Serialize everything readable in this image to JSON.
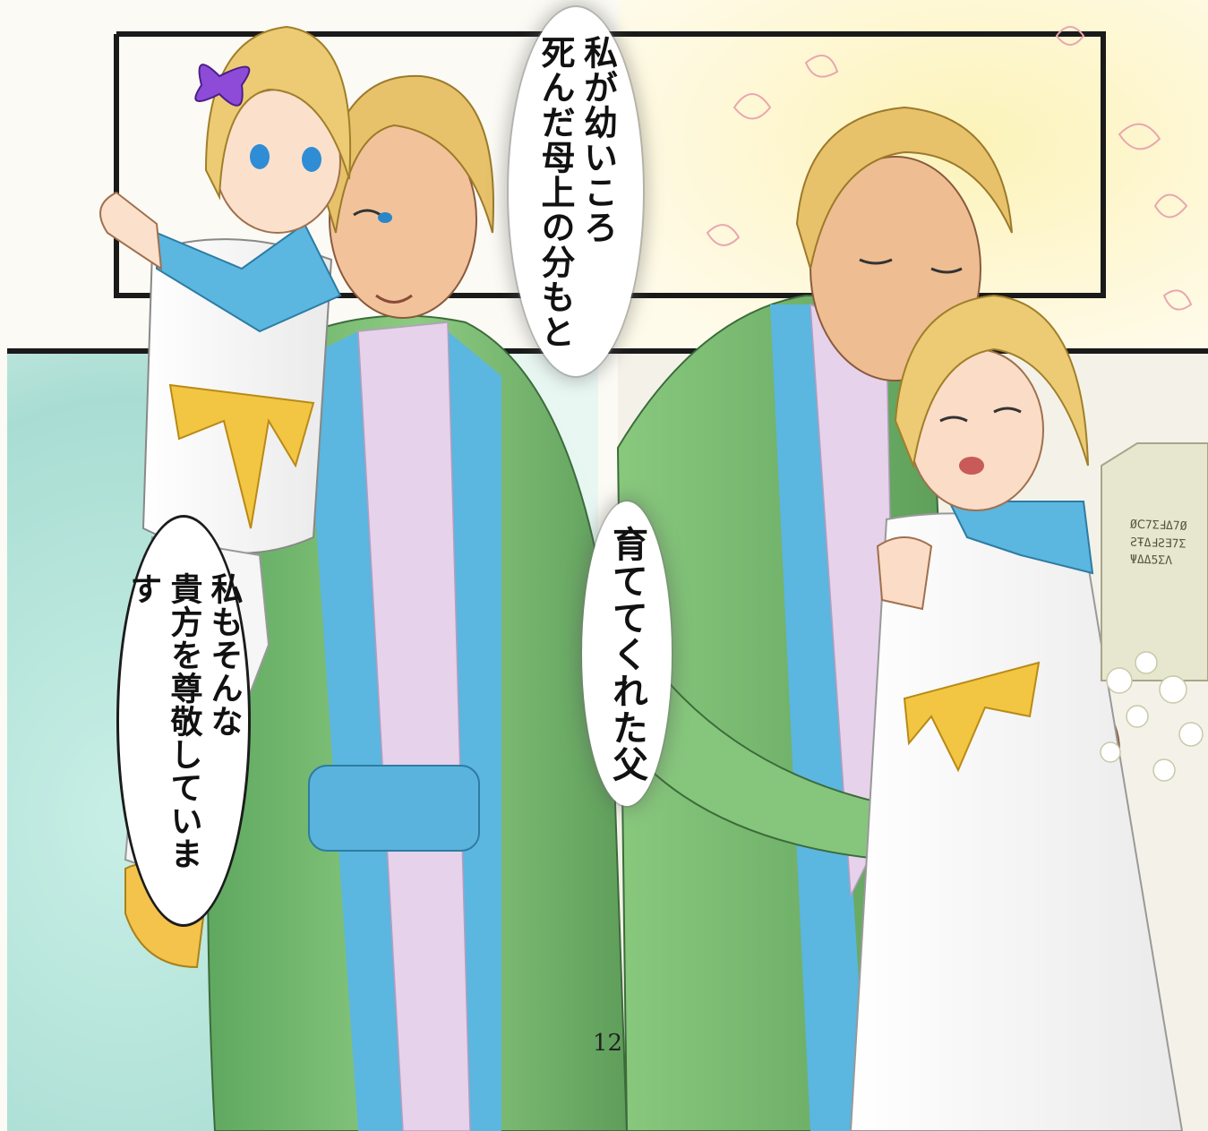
{
  "speech": {
    "top_center": [
      "私が幼いころ",
      "死んだ母上の分もと"
    ],
    "center": [
      "育ててくれた父"
    ],
    "left": [
      "私もそんな",
      "貴方を尊敬していま",
      "す"
    ]
  },
  "page_number": "12",
  "gravestone_text": [
    "ØⅭ7ΣℲΔ7Ø",
    "ƧŦΔℲƧƎ7Σ",
    "ΨΔΔ5ΣΛ"
  ],
  "colors": {
    "robe_green": "#7fc07a",
    "robe_trim_blue": "#5bb6e0",
    "inner_robe_pink": "#e6d2ea",
    "hair_blond": "#e8c26a",
    "ribbon_yellow": "#f2c542",
    "background_teal": "#b8e6dc",
    "background_yellow": "#fbf3c2"
  }
}
